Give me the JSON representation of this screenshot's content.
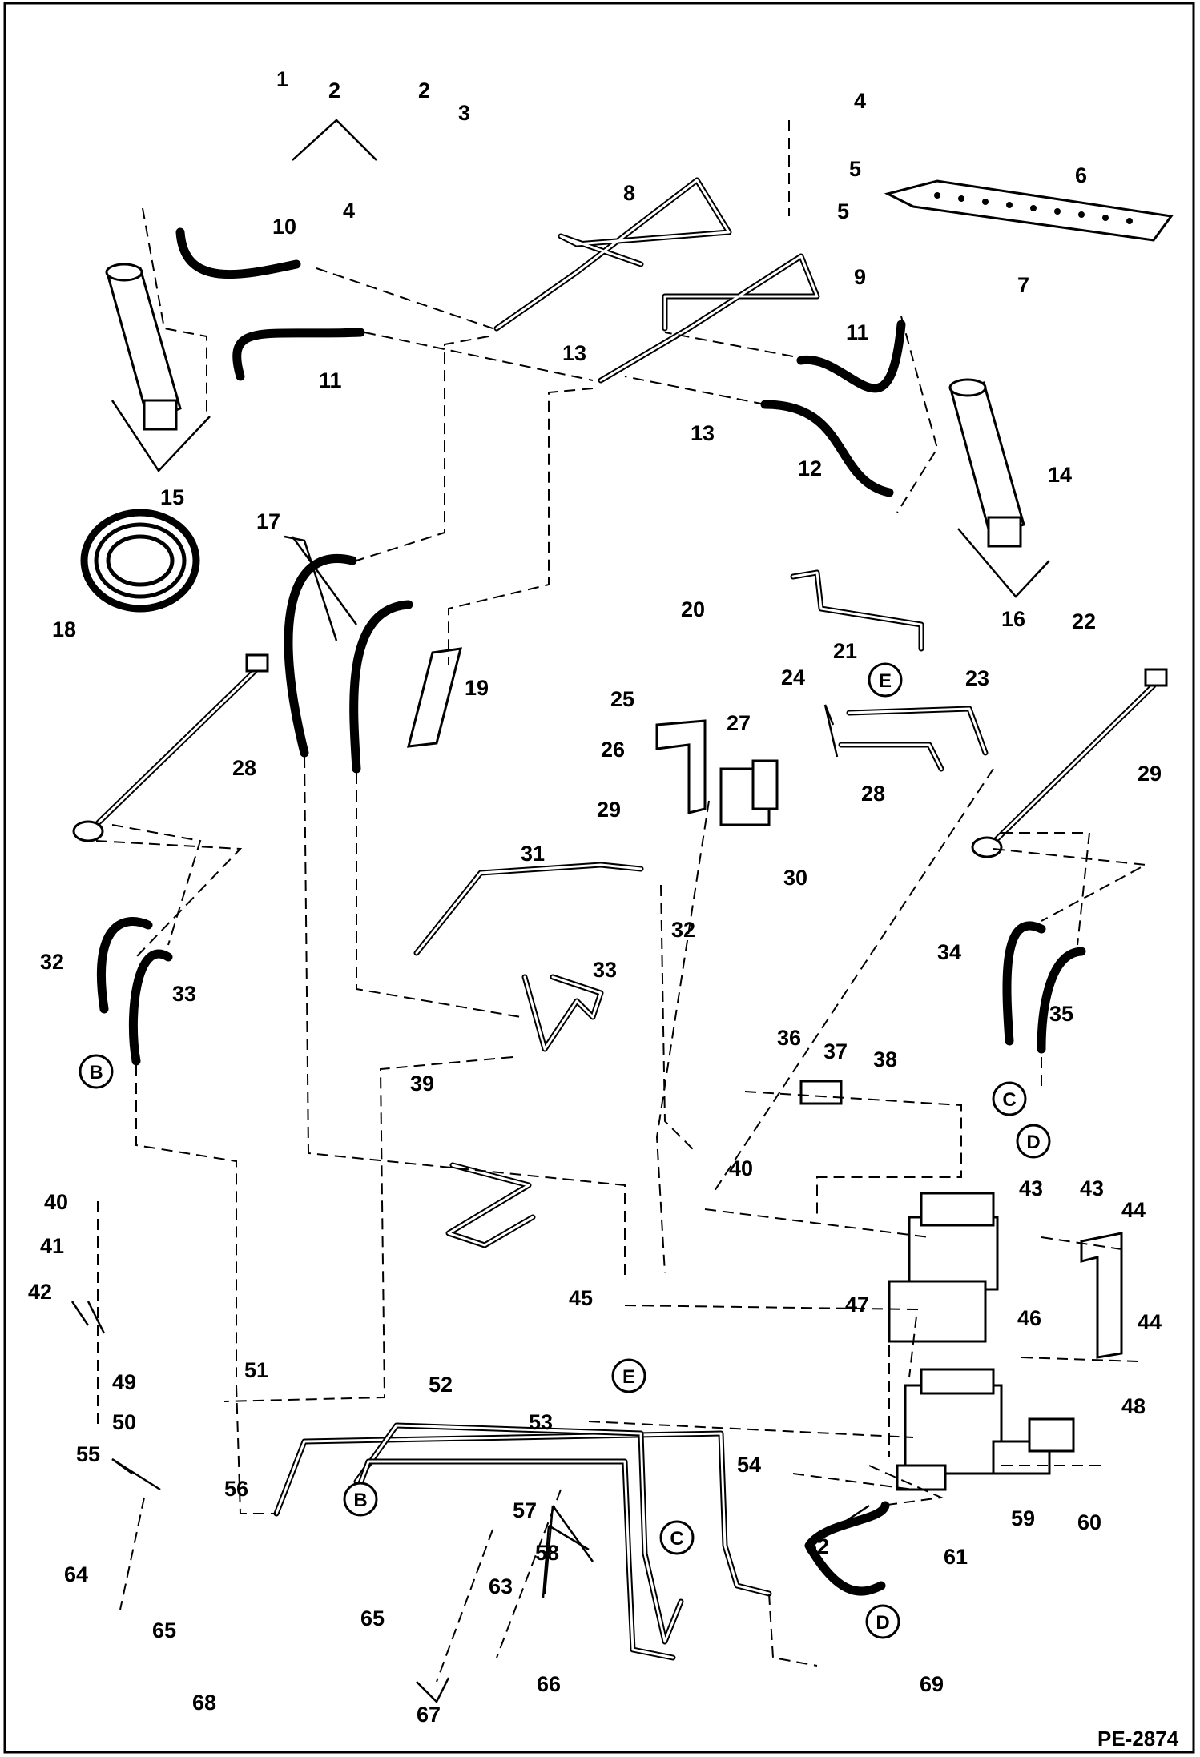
{
  "drawing": {
    "reference": "PE-2874",
    "part_callouts": [
      "1",
      "2",
      "2",
      "3",
      "4",
      "4",
      "5",
      "5",
      "6",
      "7",
      "8",
      "9",
      "10",
      "11",
      "11",
      "12",
      "13",
      "13",
      "14",
      "15",
      "16",
      "17",
      "18",
      "19",
      "20",
      "21",
      "22",
      "23",
      "24",
      "25",
      "26",
      "27",
      "28",
      "28",
      "29",
      "29",
      "30",
      "31",
      "32",
      "32",
      "33",
      "33",
      "34",
      "35",
      "36",
      "37",
      "38",
      "39",
      "40",
      "40",
      "41",
      "42",
      "43",
      "43",
      "44",
      "44",
      "45",
      "46",
      "47",
      "48",
      "49",
      "50",
      "51",
      "52",
      "53",
      "54",
      "55",
      "56",
      "57",
      "58",
      "59",
      "60",
      "61",
      "62",
      "63",
      "64",
      "65",
      "65",
      "66",
      "67",
      "68",
      "69"
    ],
    "connection_letters": [
      "B",
      "B",
      "C",
      "C",
      "D",
      "D",
      "E",
      "E"
    ]
  }
}
